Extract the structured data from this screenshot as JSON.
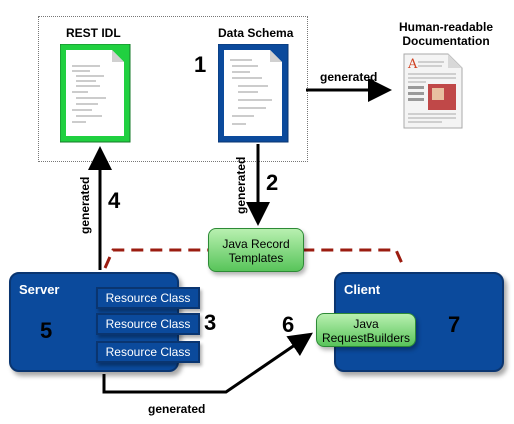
{
  "labels": {
    "rest_idl": "REST IDL",
    "data_schema": "Data Schema",
    "human_docs_line1": "Human-readable",
    "human_docs_line2": "Documentation",
    "generated_top": "generated",
    "generated_left": "generated",
    "generated_mid": "generated",
    "generated_bottom": "generated",
    "java_record_line1": "Java Record",
    "java_record_line2": "Templates",
    "server": "Server",
    "client": "Client",
    "resource_class_1": "Resource Class",
    "resource_class_2": "Resource Class",
    "resource_class_3": "Resource Class",
    "java_rb_line1": "Java",
    "java_rb_line2": "RequestBuilders"
  },
  "steps": {
    "s1": "1",
    "s2": "2",
    "s3": "3",
    "s4": "4",
    "s5": "5",
    "s6": "6",
    "s7": "7"
  },
  "colors": {
    "blue": "#0b4a9c",
    "green": "#20d040",
    "dashed_red": "#9b1c10"
  }
}
